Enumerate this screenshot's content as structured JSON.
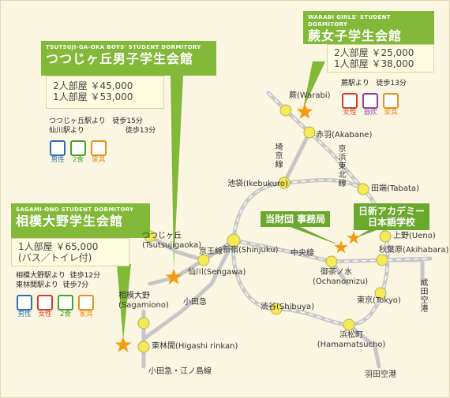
{
  "dorms": {
    "tsutsujigaoka": {
      "en": "TSUTSUJI-GA-OKA BOYS' STUDENT DORMITORY",
      "jp": "つつじヶ丘男子学生会館",
      "rooms": [
        "2人部屋 ￥45,000",
        "1人部屋 ￥53,000"
      ],
      "access": [
        {
          "from": "つつじヶ丘駅より",
          "time": "徒歩15分"
        },
        {
          "from": "仙川駅より",
          "time": "徒歩13分"
        }
      ],
      "icons": [
        {
          "name": "male-icon",
          "label": "男性",
          "color": "#2f6db5"
        },
        {
          "name": "meal-icon",
          "label": "2食",
          "color": "#4aa02c"
        },
        {
          "name": "furniture-icon",
          "label": "家具",
          "color": "#e8901a"
        }
      ]
    },
    "warabi": {
      "en": "WARABI GIRLS' STUDENT DORMITORY",
      "jp": "蕨女子学生会館",
      "rooms": [
        "2人部屋 ￥25,000",
        "1人部屋 ￥38,000"
      ],
      "access": [
        {
          "from": "蕨駅より",
          "time": "徒歩13分"
        }
      ],
      "icons": [
        {
          "name": "female-icon",
          "label": "女性",
          "color": "#d93b2b"
        },
        {
          "name": "cooking-icon",
          "label": "自炊",
          "color": "#8a3fa8"
        },
        {
          "name": "furniture-icon",
          "label": "家具",
          "color": "#e8901a"
        }
      ]
    },
    "sagamiono": {
      "en": "SAGAMI-ONO STUDENT DORMITORY",
      "jp": "相模大野学生会館",
      "rooms": [
        "1人部屋 ￥65,000",
        "(バス／トイレ付)"
      ],
      "access": [
        {
          "from": "相模大野駅より",
          "time": "徒歩12分"
        },
        {
          "from": "東林間駅より",
          "time": "徒歩7分"
        }
      ],
      "icons": [
        {
          "name": "male-icon",
          "label": "男性",
          "color": "#2f6db5"
        },
        {
          "name": "female-icon",
          "label": "女性",
          "color": "#d93b2b"
        },
        {
          "name": "meal-icon",
          "label": "2食",
          "color": "#4aa02c"
        },
        {
          "name": "furniture-icon",
          "label": "家具",
          "color": "#e8901a"
        }
      ]
    }
  },
  "highlights": {
    "office": "当財団 事務局",
    "school_1": "日新アカデミー",
    "school_2": "日本語学校"
  },
  "stations": {
    "warabi": "蕨(Warabi)",
    "akabane": "赤羽(Akabane)",
    "ikebukuro": "池袋(Ikebukuro)",
    "tabata": "田端(Tabata)",
    "shinjuku": "新宿(Shinjuku)",
    "ueno": "上野(Ueno)",
    "akihabara": "秋葉原(Akihabara)",
    "ochanomizu_1": "御茶ノ水",
    "ochanomizu_2": "(Ochanomizu)",
    "tsutsujigaoka_1": "つつじヶ丘",
    "tsutsujigaoka_2": "(Tsutsujigaoka)",
    "sengawa": "仙川(Sengawa)",
    "sagamiono_1": "相模大野",
    "sagamiono_2": "(Sagamiono)",
    "higashirinkan": "東林間(Higashi rinkan)",
    "shibuya": "渋谷(Shibuya)",
    "tokyo": "東京(Tokyo)",
    "hamamatsucho_1": "浜松町",
    "hamamatsucho_2": "(Hamamatsucho)"
  },
  "lines": {
    "keio": "京王線",
    "chuo": "中央線",
    "odakyu": "小田急",
    "odakyu_enoshima": "小田急・江ノ島線",
    "saikyo": "埼京線",
    "keihin": "京浜東北線"
  },
  "airports": {
    "narita": "成田空港",
    "haneda": "羽田空港"
  },
  "colors": {
    "dorm": "#82b938",
    "highlight": "#6aa82e",
    "star": "#f39c12",
    "station": "#f6ea54",
    "line": "#c7c7c7"
  }
}
